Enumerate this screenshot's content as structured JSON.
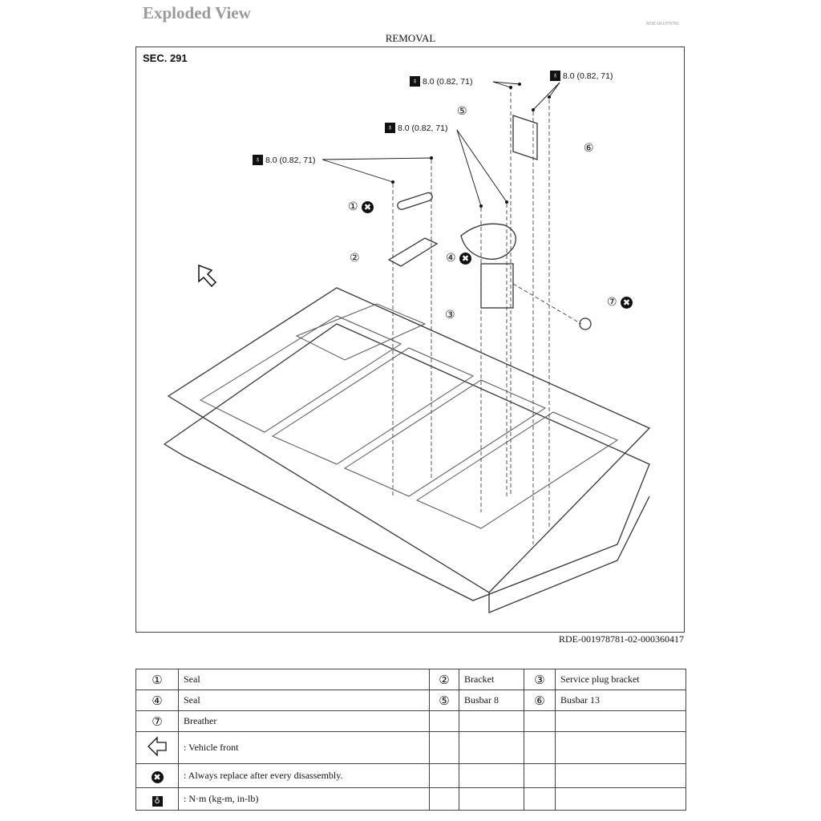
{
  "header": {
    "title": "Exploded View",
    "doc_id": "RDE-001978781",
    "subtitle": "REMOVAL"
  },
  "figure": {
    "section": "SEC. 291",
    "reference": "RDE-001978781-02-000360417",
    "torque_labels": [
      "8.0 (0.82, 71)",
      "8.0 (0.82, 71)",
      "8.0 (0.82, 71)",
      "8.0 (0.82, 71)"
    ],
    "callouts": [
      "①",
      "②",
      "③",
      "④",
      "⑤",
      "⑥",
      "⑦"
    ]
  },
  "legend": {
    "parts": [
      {
        "num": "①",
        "name": "Seal"
      },
      {
        "num": "②",
        "name": "Bracket"
      },
      {
        "num": "③",
        "name": "Service plug bracket"
      },
      {
        "num": "④",
        "name": "Seal"
      },
      {
        "num": "⑤",
        "name": "Busbar 8"
      },
      {
        "num": "⑥",
        "name": "Busbar 13"
      },
      {
        "num": "⑦",
        "name": "Breather"
      }
    ],
    "symbols": [
      {
        "icon": "vehicle-front-arrow-icon",
        "text": ": Vehicle front"
      },
      {
        "icon": "always-replace-icon",
        "text": ": Always replace after every disassembly."
      },
      {
        "icon": "torque-wrench-icon",
        "text": ": N·m (kg-m, in-lb)"
      }
    ]
  }
}
